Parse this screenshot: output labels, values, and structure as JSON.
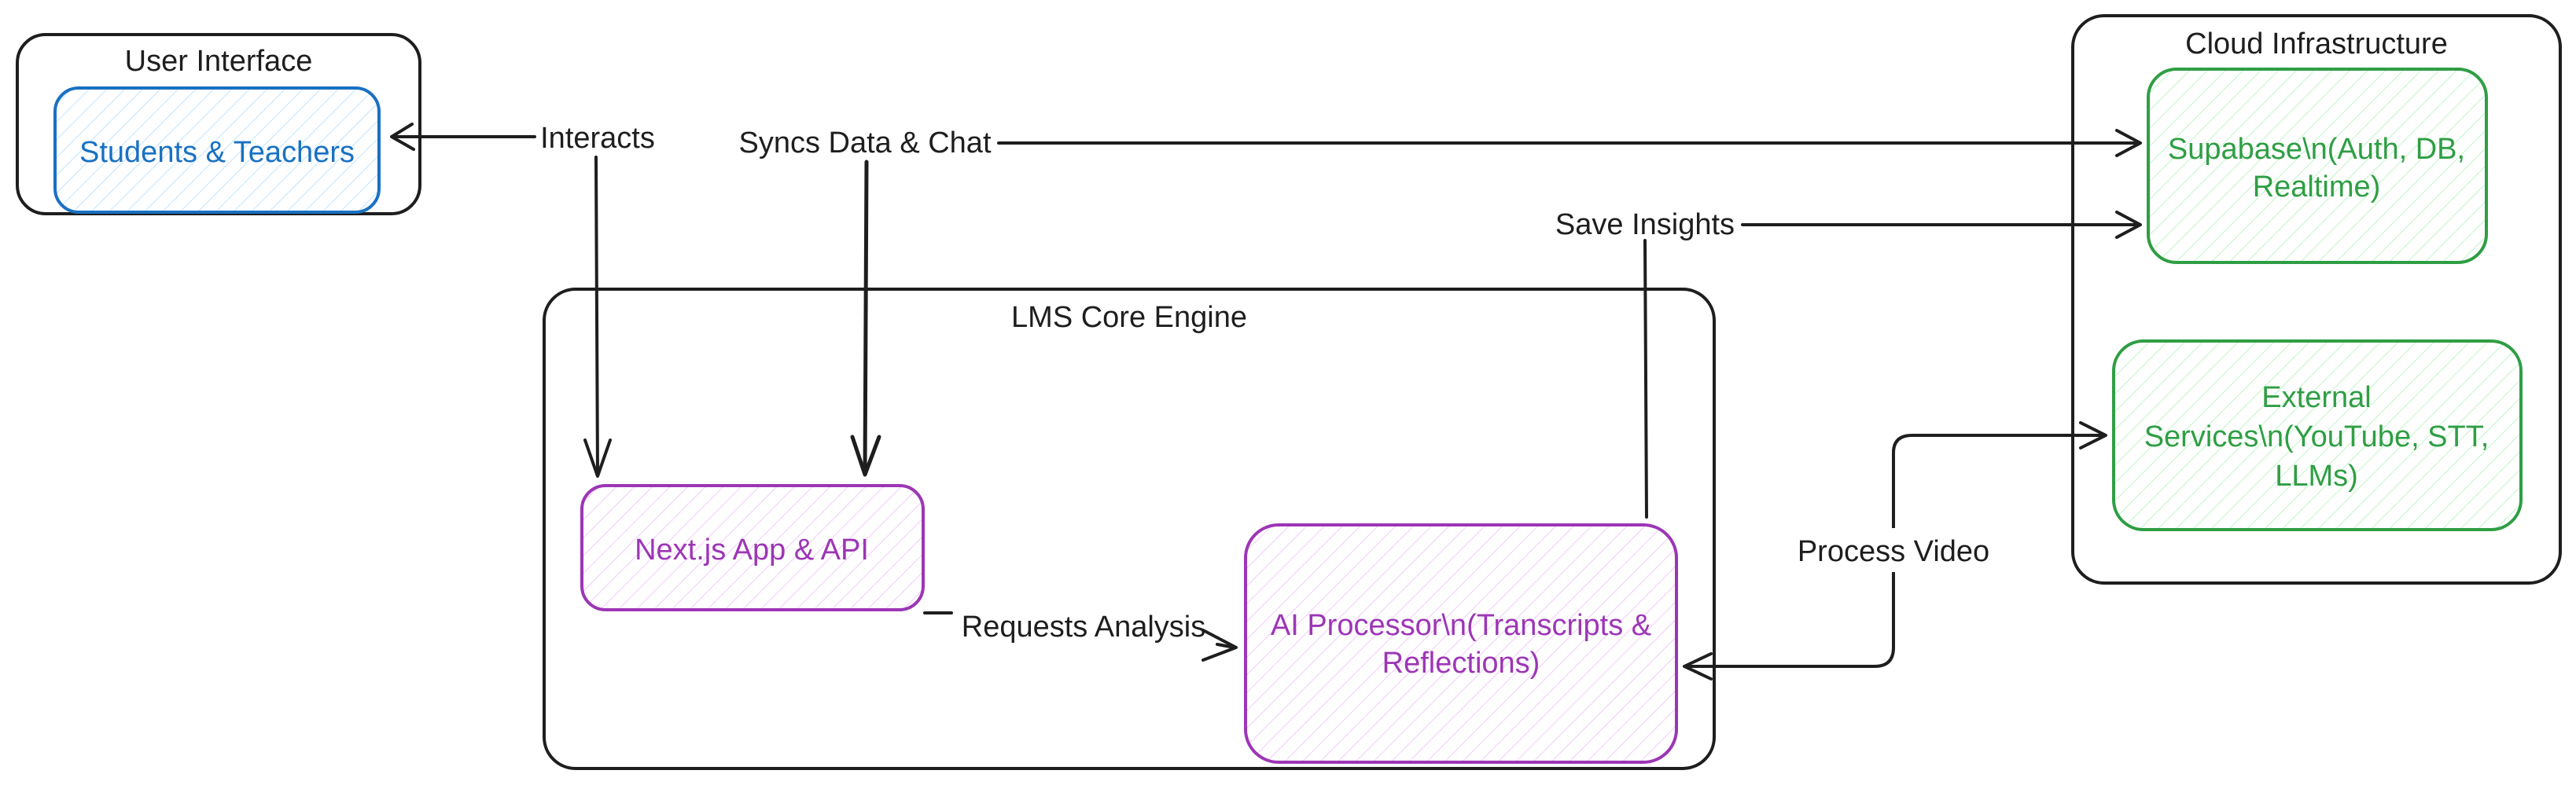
{
  "groups": {
    "user_interface": {
      "label": "User Interface"
    },
    "lms_core": {
      "label": "LMS Core Engine"
    },
    "cloud": {
      "label": "Cloud Infrastructure"
    }
  },
  "nodes": {
    "students_teachers": {
      "label": "Students & Teachers",
      "color": "#1971c2"
    },
    "nextjs": {
      "label": "Next.js App & API",
      "color": "#9c36b5"
    },
    "ai_processor": {
      "lines": [
        "AI Processor\\n(Transcripts &",
        "Reflections)"
      ],
      "color": "#9c36b5"
    },
    "supabase": {
      "lines": [
        "Supabase\\n(Auth, DB,",
        "Realtime)"
      ],
      "color": "#2f9e44"
    },
    "external": {
      "lines": [
        "External",
        "Services\\n(YouTube, STT,",
        "LLMs)"
      ],
      "color": "#2f9e44"
    }
  },
  "edges": {
    "interacts": {
      "label": "Interacts"
    },
    "syncs": {
      "label": "Syncs Data & Chat"
    },
    "save_insights": {
      "label": "Save Insights"
    },
    "requests_analysis": {
      "label": "Requests Analysis"
    },
    "process_video": {
      "label": "Process Video"
    }
  },
  "colors": {
    "stroke": "#1e1e1e",
    "blue": "#1971c2",
    "purple": "#9c36b5",
    "green": "#2f9e44"
  }
}
